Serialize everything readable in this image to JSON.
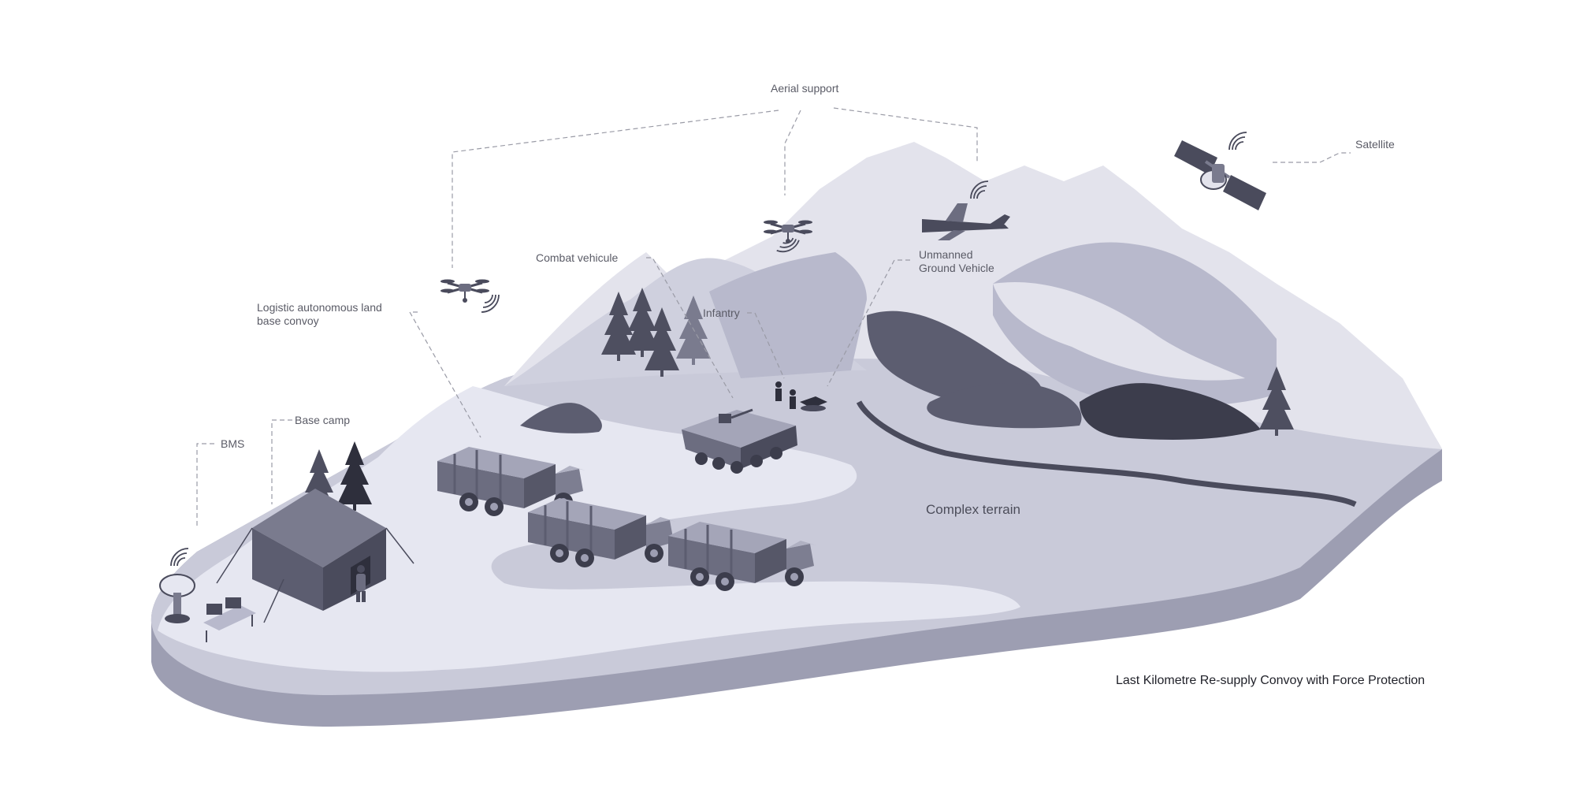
{
  "title": "Last Kilometre Re-supply Convoy with Force Protection",
  "labels": {
    "aerial_support": "Aerial support",
    "satellite": "Satellite",
    "combat_vehicle": "Combat vehicule",
    "ugv_line1": "Unmanned",
    "ugv_line2": "Ground Vehicle",
    "infantry": "Infantry",
    "convoy_line1": "Logistic autonomous land",
    "convoy_line2": "base convoy",
    "base_camp": "Base camp",
    "bms": "BMS",
    "complex_terrain": "Complex terrain"
  },
  "colors": {
    "background": "#ffffff",
    "ground_top": "#c9cad9",
    "ground_side": "#9d9eb2",
    "road": "#e6e7f1",
    "mountain_light": "#e3e3ec",
    "mountain_mid": "#b8b9cc",
    "mountain_dark": "#5c5d70",
    "vehicle": "#7a7b8e",
    "vehicle_dark": "#4a4b5c",
    "tree": "#4e4f60"
  }
}
